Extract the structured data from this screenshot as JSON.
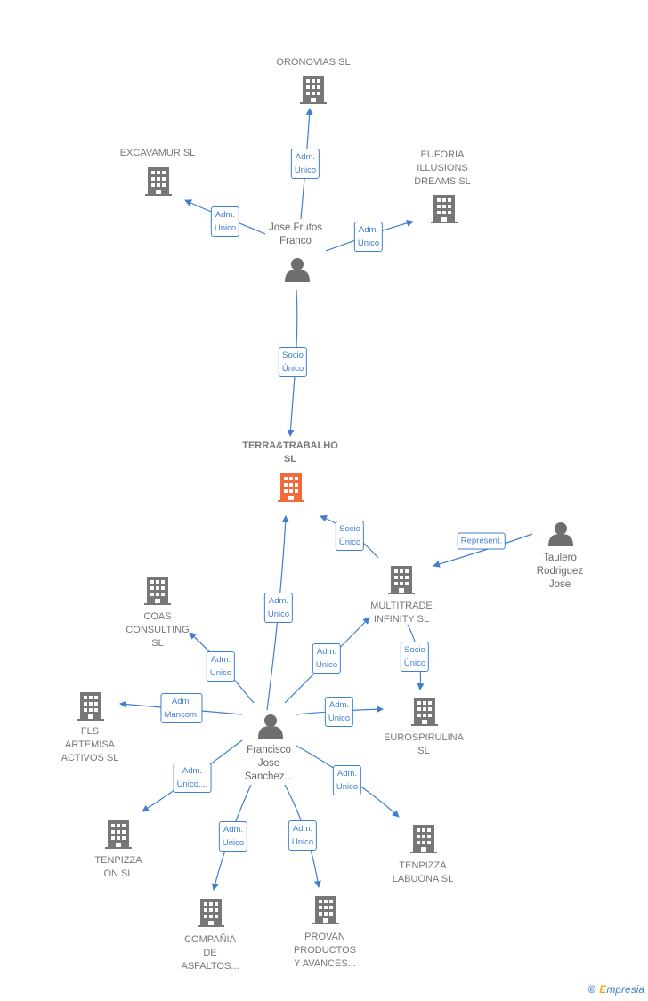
{
  "colors": {
    "edge": "#3f7fd0",
    "building": "#777777",
    "focus_building": "#f26b3a",
    "person": "#6e6e6e"
  },
  "nodes": {
    "oronovias": "ORONOVIAS SL",
    "excavamur": "EXCAVAMUR SL",
    "euforia": "EUFORIA\nILLUSIONS\nDREAMS  SL",
    "jose_frutos": "Jose Frutos\nFranco",
    "terra": "TERRA&TRABALHO\nSL",
    "taulero": "Taulero\nRodriguez\nJose",
    "coas": "COAS\nCONSULTING\nSL",
    "multitrade": "MULTITRADE\nINFINITY  SL",
    "fls": "FLS\nARTEMISA\nACTIVOS  SL",
    "eurospirulina": "EUROSPIRULINA\nSL",
    "francisco": "Francisco\nJose\nSanchez...",
    "tenpizza_on": "TENPIZZA\nON SL",
    "tenpizza_labuona": "TENPIZZA\nLABUONA SL",
    "compania": "COMPAÑIA\nDE\nASFALTOS...",
    "provan": "PROVAN\nPRODUCTOS\nY AVANCES..."
  },
  "edges": {
    "e1": "Adm.\nUnico",
    "e2": "Adm.\nUnico",
    "e3": "Adm.\nUnico",
    "e4": "Socio\nÚnico",
    "e5": "Socio\nÚnico",
    "e6": "Represent.",
    "e7": "Adm.\nUnico",
    "e8": "Adm.\nUnico",
    "e9": "Adm.\nUnico",
    "e10": "Socio\nÚnico",
    "e11": "Adm.\nMancom.",
    "e12": "Adm.\nUnico",
    "e13": "Adm.\nUnico,...",
    "e14": "Adm.\nUnico",
    "e15": "Adm.\nUnico",
    "e16": "Adm.\nUnico"
  },
  "watermark": {
    "symbol": "©",
    "brand_first": "E",
    "brand_rest": "mpresia"
  }
}
